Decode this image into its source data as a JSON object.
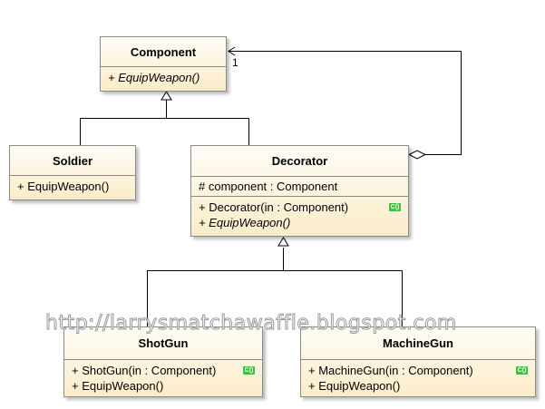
{
  "classes": {
    "component": {
      "name": "Component",
      "operations": [
        "+ EquipWeapon()"
      ]
    },
    "soldier": {
      "name": "Soldier",
      "operations": [
        "+ EquipWeapon()"
      ]
    },
    "decorator": {
      "name": "Decorator",
      "attributes": [
        "# component : Component"
      ],
      "operations": [
        "+ Decorator(in : Component)",
        "+ EquipWeapon()"
      ]
    },
    "shotgun": {
      "name": "ShotGun",
      "operations": [
        "+ ShotGun(in : Component)",
        "+ EquipWeapon()"
      ]
    },
    "machinegun": {
      "name": "MachineGun",
      "operations": [
        "+ MachineGun(in : Component)",
        "+ EquipWeapon()"
      ]
    }
  },
  "association": {
    "multiplicity": "1"
  },
  "constructor_icon": "C()",
  "watermark": "http://larrysmatchawaffle.blogspot.com",
  "colors": {
    "box_top": "#fffdf7",
    "box_bottom": "#fbecc9",
    "border": "#8a8a8a",
    "ctor_icon": "#3fbf3f"
  }
}
